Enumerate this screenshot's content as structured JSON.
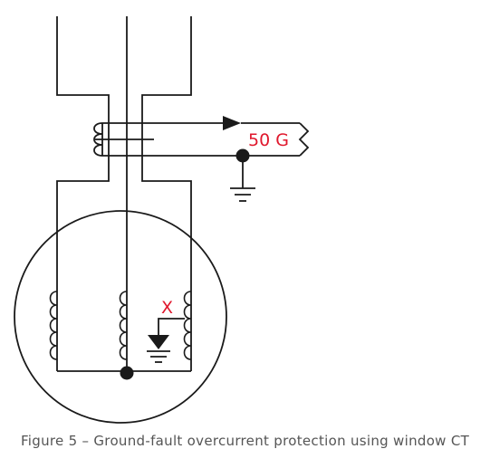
{
  "diagram": {
    "relay_label": "50 G",
    "fault_label": "X",
    "caption": "Figure 5 – Ground-fault overcurrent protection using window CT"
  },
  "colors": {
    "line": "#1a1a1a",
    "relay_label": "#e0182d",
    "fault_label": "#e0182d",
    "caption": "#555555",
    "background": "#ffffff"
  },
  "icons": [
    "ground-symbol-icon",
    "arrow-right-icon",
    "fault-x-icon"
  ]
}
